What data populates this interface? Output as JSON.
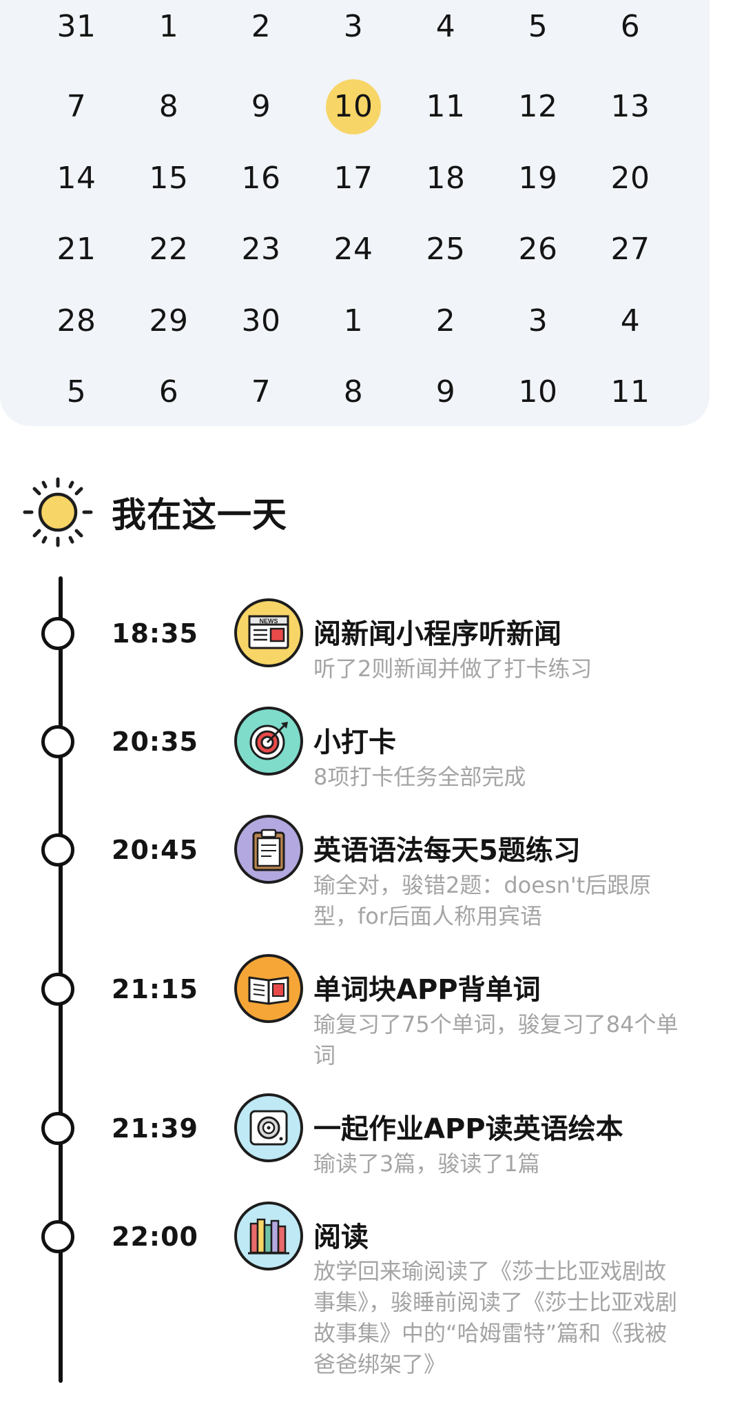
{
  "calendar": {
    "selected_day": "10",
    "weeks": [
      [
        "31",
        "1",
        "2",
        "3",
        "4",
        "5",
        "6"
      ],
      [
        "7",
        "8",
        "9",
        "10",
        "11",
        "12",
        "13"
      ],
      [
        "14",
        "15",
        "16",
        "17",
        "18",
        "19",
        "20"
      ],
      [
        "21",
        "22",
        "23",
        "24",
        "25",
        "26",
        "27"
      ],
      [
        "28",
        "29",
        "30",
        "1",
        "2",
        "3",
        "4"
      ],
      [
        "5",
        "6",
        "7",
        "8",
        "9",
        "10",
        "11"
      ]
    ]
  },
  "section": {
    "title": "我在这一天",
    "icon": "sun-icon"
  },
  "timeline": [
    {
      "time": "18:35",
      "icon": "news-icon",
      "icon_bg": "#f7d567",
      "title": "阅新闻小程序听新闻",
      "desc": "听了2则新闻并做了打卡练习"
    },
    {
      "time": "20:35",
      "icon": "target-icon",
      "icon_bg": "#7fdccb",
      "title": "小打卡",
      "desc": "8项打卡任务全部完成"
    },
    {
      "time": "20:45",
      "icon": "clipboard-icon",
      "icon_bg": "#b3a8df",
      "title": "英语语法每天5题练习",
      "desc": "瑜全对，骏错2题：doesn't后跟原型，for后面人称用宾语"
    },
    {
      "time": "21:15",
      "icon": "open-book-icon",
      "icon_bg": "#f6a637",
      "title": "单词块APP背单词",
      "desc": "瑜复习了75个单词，骏复习了84个单词"
    },
    {
      "time": "21:39",
      "icon": "audio-player-icon",
      "icon_bg": "#bfe9f5",
      "title": "一起作业APP读英语绘本",
      "desc": "瑜读了3篇，骏读了1篇"
    },
    {
      "time": "22:00",
      "icon": "books-icon",
      "icon_bg": "#bfe9f5",
      "title": "阅读",
      "desc": "放学回来瑜阅读了《莎士比亚戏剧故事集》，骏睡前阅读了《莎士比亚戏剧故事集》中的“哈姆雷特”篇和《我被爸爸绑架了》"
    }
  ],
  "colors": {
    "calendar_bg": "#f1f4f8",
    "selected_day": "#f7d567",
    "text": "#141414",
    "muted_text": "#a4a4a4"
  }
}
